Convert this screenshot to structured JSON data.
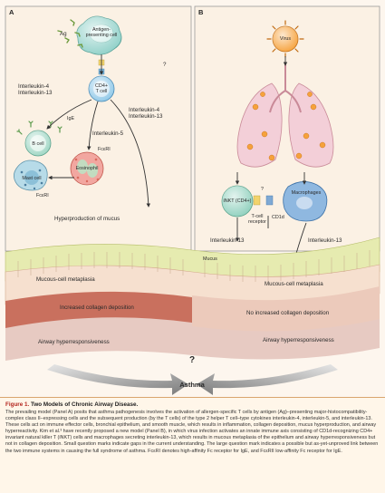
{
  "panels": {
    "a": "A",
    "b": "B"
  },
  "panel_a": {
    "ag": "Ag",
    "apc": [
      "Antigen-",
      "presenting cell"
    ],
    "t_cell": [
      "CD4+",
      "T cell"
    ],
    "il_left": [
      "Interleukin-4",
      "Interleukin-13"
    ],
    "il_right": [
      "Interleukin-4",
      "Interleukin-13"
    ],
    "ige": "IgE",
    "il5": "Interleukin-5",
    "fceri_right": "FcεRI",
    "b_cell": "B cell",
    "eosinophil": "Eosinophil",
    "mast_cell": "Mast cell",
    "fceri_bottom": "FcεRI",
    "mucus_hyper": "Hyperproduction of mucus",
    "question_mid": "?"
  },
  "panel_b": {
    "virus": "Virus",
    "inkt": "iNKT (CD4+)",
    "macrophages": "Macrophages",
    "tcr": [
      "T-cell",
      "receptor"
    ],
    "cd1d": "CD1d",
    "il13_left": "Interleukin-13",
    "il13_right": "Interleukin-13",
    "question_small": "?"
  },
  "airway": {
    "mucus": "Mucus",
    "metaplasia_a": "Mucous-cell metaplasia",
    "metaplasia_b": "Mucous-cell metaplasia",
    "collagen_a": "Increased collagen deposition",
    "collagen_b": "No increased collagen deposition",
    "hyper_a": "Airway hyperresponsiveness",
    "hyper_b": "Airway hyperresponsiveness"
  },
  "outcome": {
    "question": "?",
    "asthma": "Asthma"
  },
  "caption": {
    "label": "Figure 1.",
    "title": "Two Models of Chronic Airway Disease.",
    "body": "The prevailing model (Panel A) posits that asthma pathogenesis involves the activation of allergen-specific T cells by antigen (Ag)–presenting major-histocompatibility-complex class II–expressing cells and the subsequent production (by the T cells) of the type 2 helper T cell–type cytokines interleukin-4, interleukin-5, and interleukin-13. These cells act on immune effector cells, bronchial epithelium, and smooth muscle, which results in inflammation, collagen deposition, mucus hyperproduction, and airway hyperreactivity. Kim et al.³ have recently proposed a new model (Panel B), in which virus infection activates an innate immune axis consisting of CD1d-recognizing CD4+ invariant natural killer T (iNKT) cells and macrophages secreting interleukin-13, which results in mucous metaplasia of the epithelium and airway hyperresponsiveness but not in collagen deposition. Small question marks indicate gaps in the current understanding. The large question mark indicates a possible but as-yet-unproved link between the two immune systems in causing the full syndrome of asthma. FcεRI denotes high-affinity Fc receptor for IgE, and FcεRII low-affinity Fc receptor for IgE."
  },
  "colors": {
    "page": "#fdf6ee",
    "panel_border": "#9a9a9a",
    "apc": "#8fd0c8",
    "t_cell": "#8fc8e8",
    "b_cell": "#9fd6c4",
    "eosinophil": "#f2a7a0",
    "mast_cell": "#b7dbe8",
    "virus": "#f6a23c",
    "lung": "#f3cfd8",
    "inkt": "#8fd0bd",
    "macrophage": "#8fb8e0",
    "mucus": "#e6ebb0",
    "epithelium": "#f6e0cf",
    "collagen": "#c9705e",
    "muscle": "#e7cac2",
    "arrow_gray": "#888888",
    "caption_accent": "#b3261e"
  }
}
